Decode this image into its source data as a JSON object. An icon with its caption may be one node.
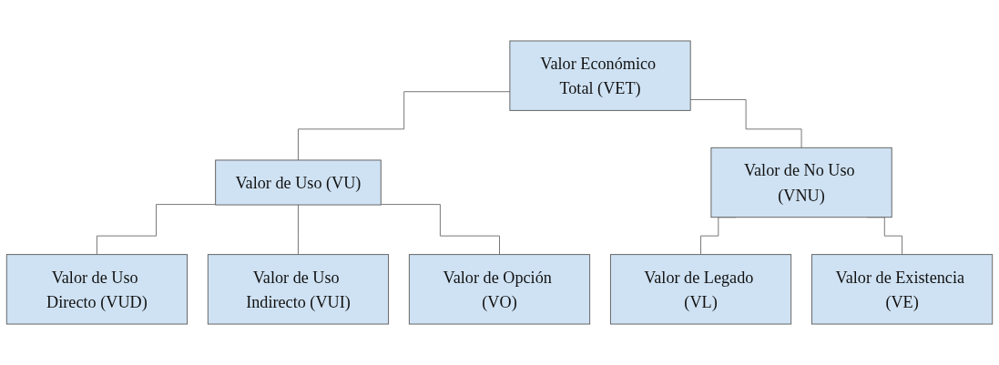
{
  "diagram": {
    "nodes": [
      {
        "text": [
          "Valor Económico Total (VET)"
        ]
      },
      {
        "text": [
          "Valor de Uso (VU)"
        ]
      },
      {
        "text": [
          "Valor de No Uso (VNU)"
        ]
      },
      {
        "text": [
          "Valor de Uso Directo (VUD)"
        ]
      },
      {
        "text": [
          "Valor de Uso Indirecto (VUI)"
        ]
      },
      {
        "text": [
          "Valor de Opción (VO)"
        ]
      },
      {
        "text": [
          "Valor de Legado (VL)"
        ]
      },
      {
        "text": [
          "Valor de Existencia (VE)"
        ]
      }
    ],
    "edges": [
      {
        "from": 0,
        "to": 1,
        "arrow": "none"
      },
      {
        "from": 0,
        "to": 2,
        "arrow": "none"
      },
      {
        "from": 1,
        "to": 3,
        "arrow": "none"
      },
      {
        "from": 1,
        "to": 4,
        "arrow": "none"
      },
      {
        "from": 1,
        "to": 5,
        "arrow": "none"
      },
      {
        "from": 2,
        "to": 6,
        "arrow": "none"
      },
      {
        "from": 2,
        "to": 7,
        "arrow": "none"
      }
    ]
  }
}
